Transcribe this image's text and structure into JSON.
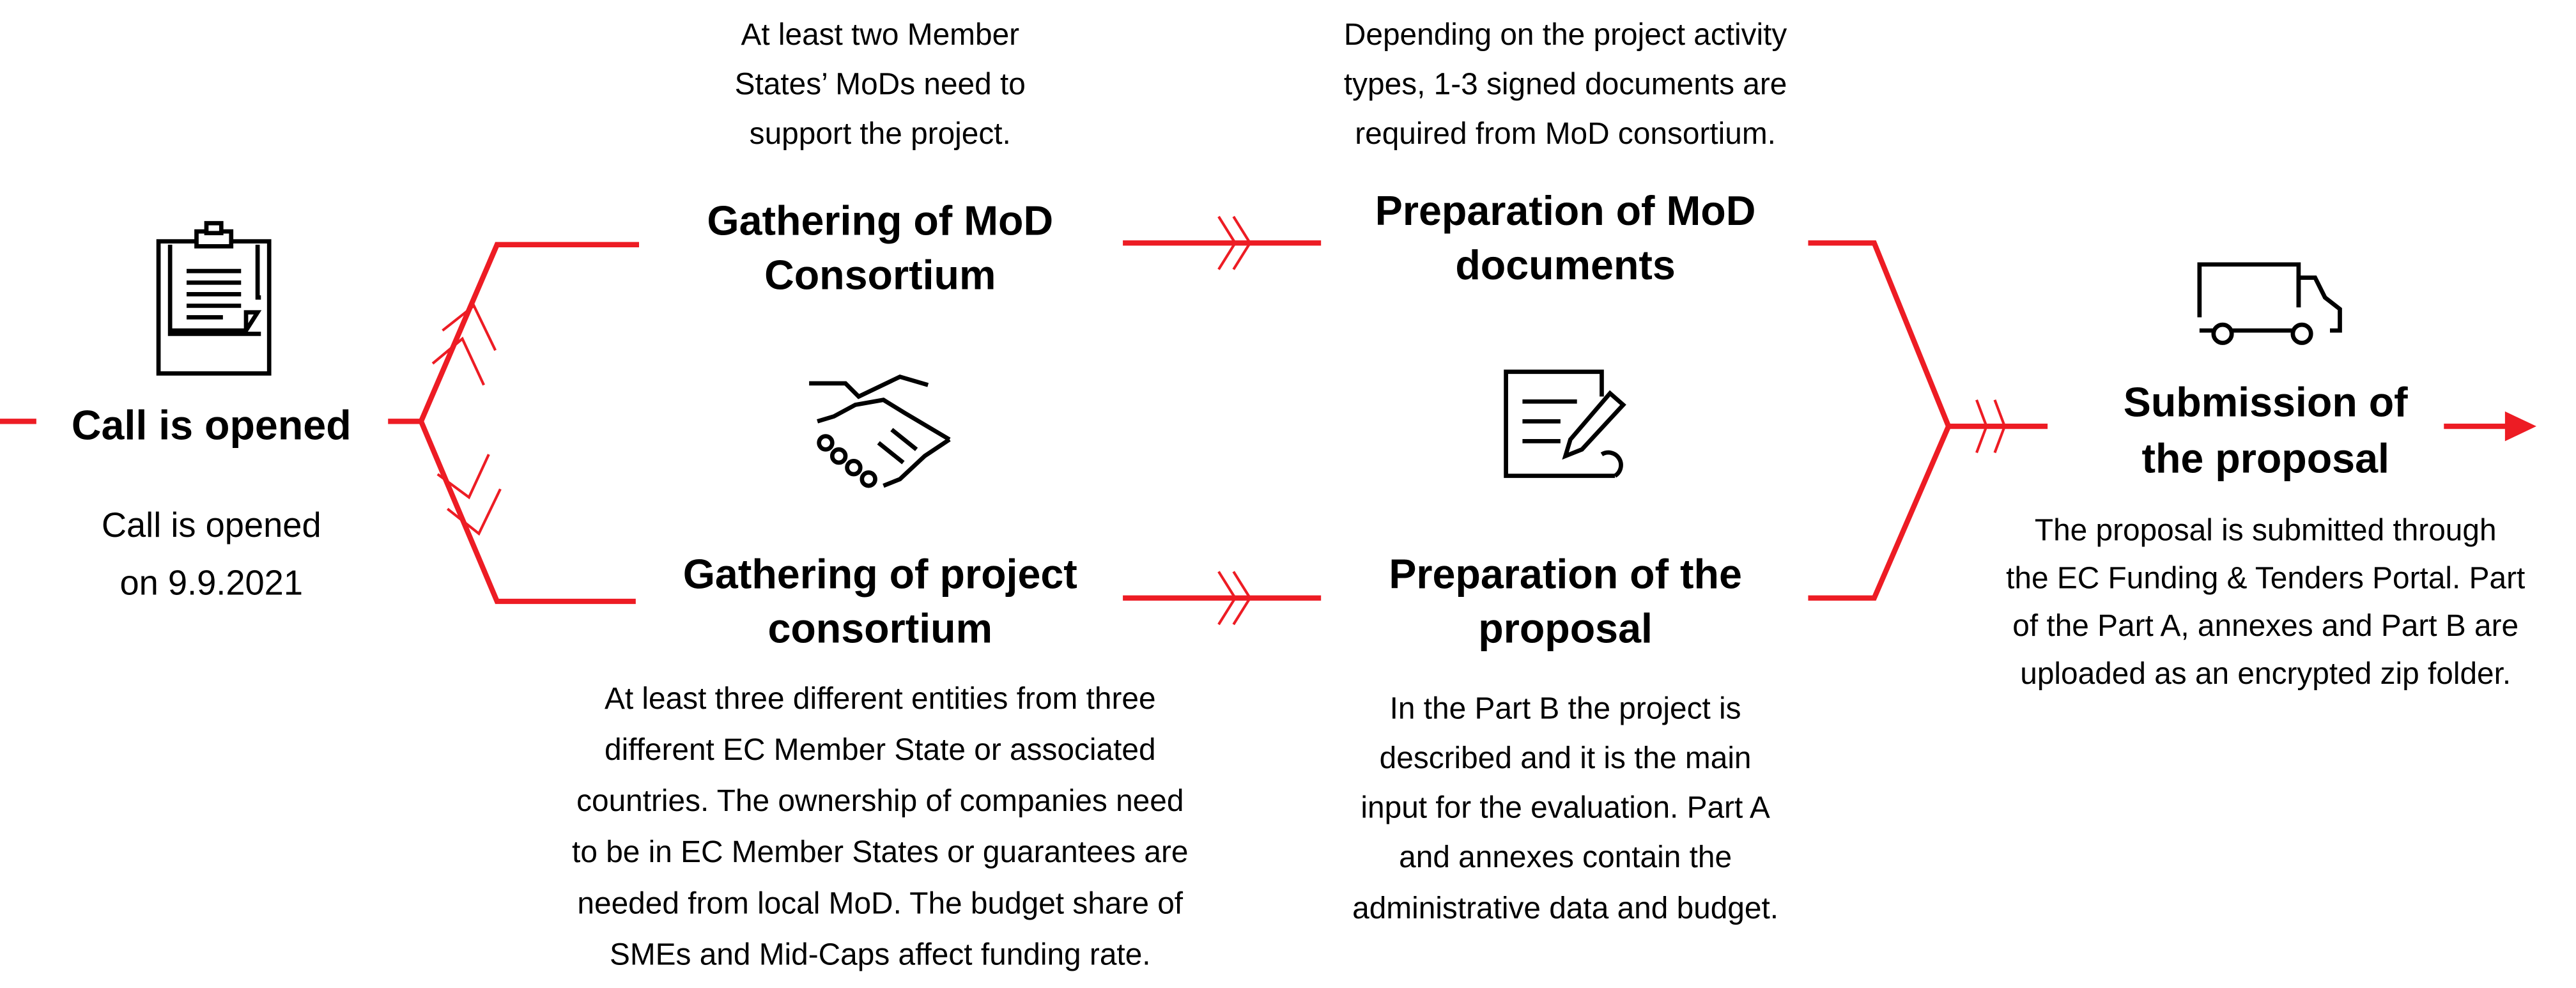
{
  "accent_color": "#ed1c24",
  "steps": {
    "call": {
      "title": "Call is opened",
      "description": [
        "Call is opened",
        "on 9.9.2021"
      ],
      "icon": "clipboard-icon"
    },
    "mod_consortium": {
      "title": [
        "Gathering of MoD",
        "Consortium"
      ],
      "description": [
        "At least two Member",
        "States’ MoDs need to",
        "support the project."
      ]
    },
    "project_consortium": {
      "title": [
        "Gathering of project",
        "consortium"
      ],
      "description": [
        "At least three different entities from three",
        "different EC Member State or associated",
        "countries. The ownership of companies need",
        "to be in EC Member States or guarantees are",
        "needed from local MoD. The budget share of",
        "SMEs and Mid-Caps affect funding rate."
      ],
      "icon": "handshake-icon"
    },
    "mod_documents": {
      "title": [
        "Preparation of MoD",
        "documents"
      ],
      "description": [
        "Depending on the project activity",
        "types, 1-3 signed documents are",
        "required from MoD consortium."
      ]
    },
    "proposal": {
      "title": [
        "Preparation of the",
        "proposal"
      ],
      "description": [
        "In the Part B the project is",
        "described and it is the main",
        "input for the evaluation. Part A",
        "and annexes contain the",
        "administrative data and budget."
      ],
      "icon": "document-pen-icon"
    },
    "submission": {
      "title": [
        "Submission of",
        "the proposal"
      ],
      "description": [
        "The proposal is submitted through",
        "the EC Funding & Tenders Portal. Part",
        "of the Part A, annexes and Part B are",
        "uploaded as an encrypted zip folder."
      ],
      "icon": "truck-icon"
    }
  }
}
